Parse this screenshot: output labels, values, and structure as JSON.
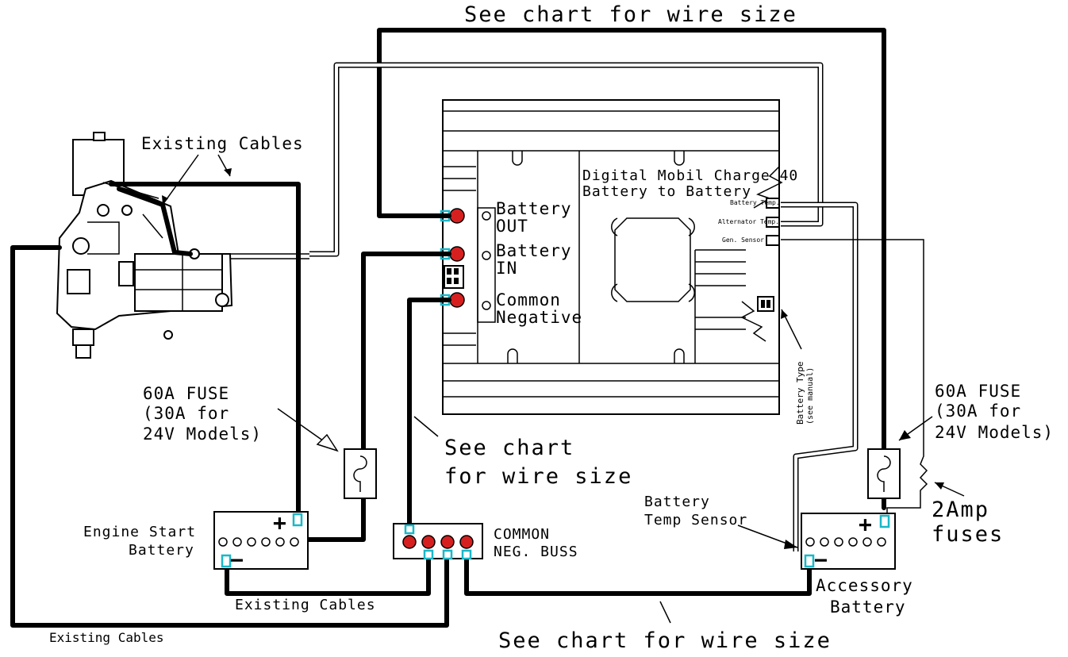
{
  "diagram": {
    "labels": {
      "top_wire_size": "See chart for wire size",
      "existing_cables_top": "Existing Cables",
      "charger_name_line1": "Digital Mobil Charge 40",
      "charger_name_line2": "Battery to Battery",
      "battery_out_line1": "Battery",
      "battery_out_line2": "OUT",
      "battery_in_line1": "Battery",
      "battery_in_line2": "IN",
      "common_negative_line1": "Common",
      "common_negative_line2": "Negative",
      "battery_temp_small": "Battery Temp.",
      "alternator_temp_small": "Alternator Temp.",
      "gen_sensor_small": "Gen. Sensor",
      "battery_type_line1": "Battery Type",
      "battery_type_line2": "(see manual)",
      "fuse_left_line1": "60A FUSE",
      "fuse_left_line2": "(30A for",
      "fuse_left_line3": "24V Models)",
      "fuse_right_line1": "60A FUSE",
      "fuse_right_line2": "(30A for",
      "fuse_right_line3": "24V Models)",
      "middle_wire_line1": "See chart",
      "middle_wire_line2": "for wire size",
      "battery_temp_sensor_line1": "Battery",
      "battery_temp_sensor_line2": "Temp Sensor",
      "two_amp_fuses_line1": "2Amp",
      "two_amp_fuses_line2": "fuses",
      "engine_start_line1": "Engine Start",
      "engine_start_line2": "Battery",
      "common_neg_buss_line1": "COMMON",
      "common_neg_buss_line2": "NEG. BUSS",
      "accessory_line1": "Accessory",
      "accessory_line2": "Battery",
      "existing_cables_mid": "Existing Cables",
      "existing_cables_bottom": "Existing Cables",
      "bottom_wire_size": "See chart for wire size",
      "plus_sign": "+",
      "minus_sign": "−"
    },
    "colors": {
      "line": "#000000",
      "terminal_red": "#d62020",
      "terminal_cyan": "#19b8c8"
    }
  }
}
